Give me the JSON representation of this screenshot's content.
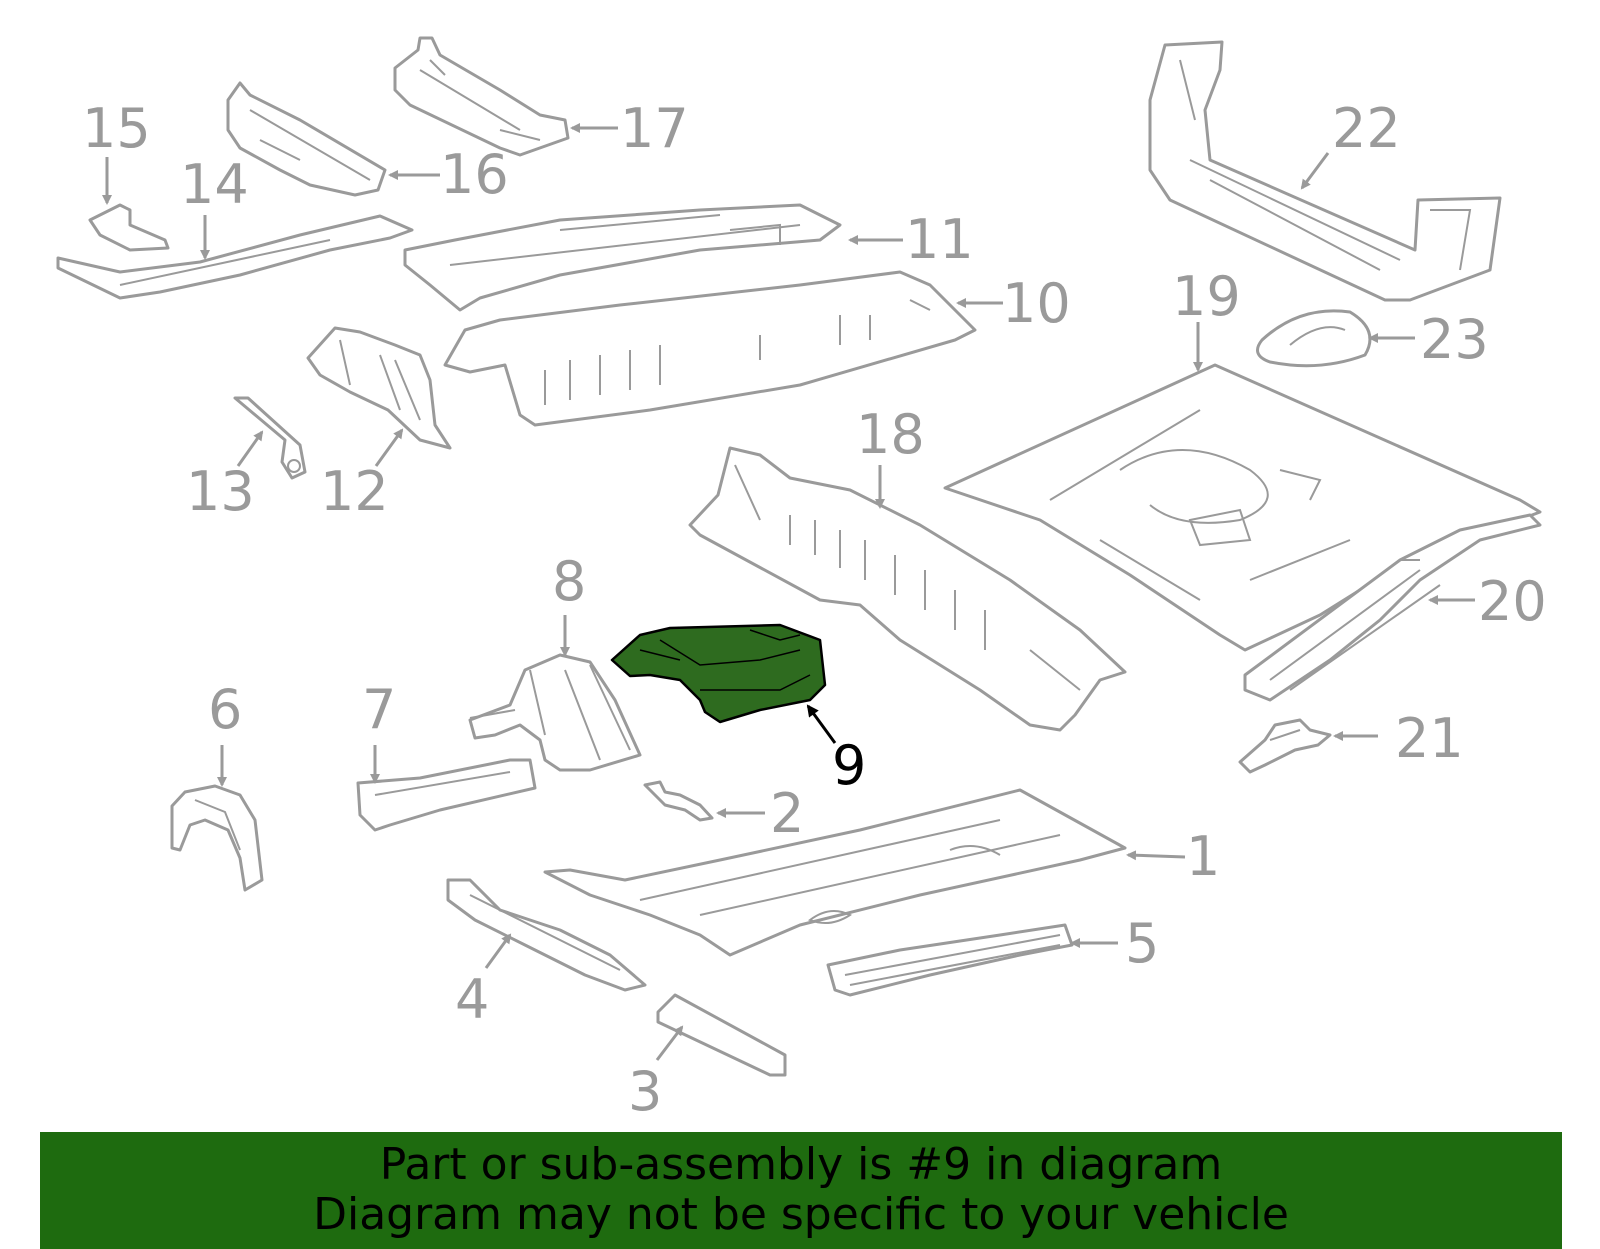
{
  "callouts": {
    "c1": "1",
    "c2": "2",
    "c3": "3",
    "c4": "4",
    "c5": "5",
    "c6": "6",
    "c7": "7",
    "c8": "8",
    "c9": "9",
    "c10": "10",
    "c11": "11",
    "c12": "12",
    "c13": "13",
    "c14": "14",
    "c15": "15",
    "c16": "16",
    "c17": "17",
    "c18": "18",
    "c19": "19",
    "c20": "20",
    "c21": "21",
    "c22": "22",
    "c23": "23"
  },
  "banner": {
    "line1": "Part or sub-assembly is #9 in diagram",
    "line2": "Diagram may not be specific to your vehicle"
  },
  "colors": {
    "highlight": "#2e6b1f",
    "banner_bg": "#1e6b0f",
    "outline": "#9a9a9a"
  }
}
